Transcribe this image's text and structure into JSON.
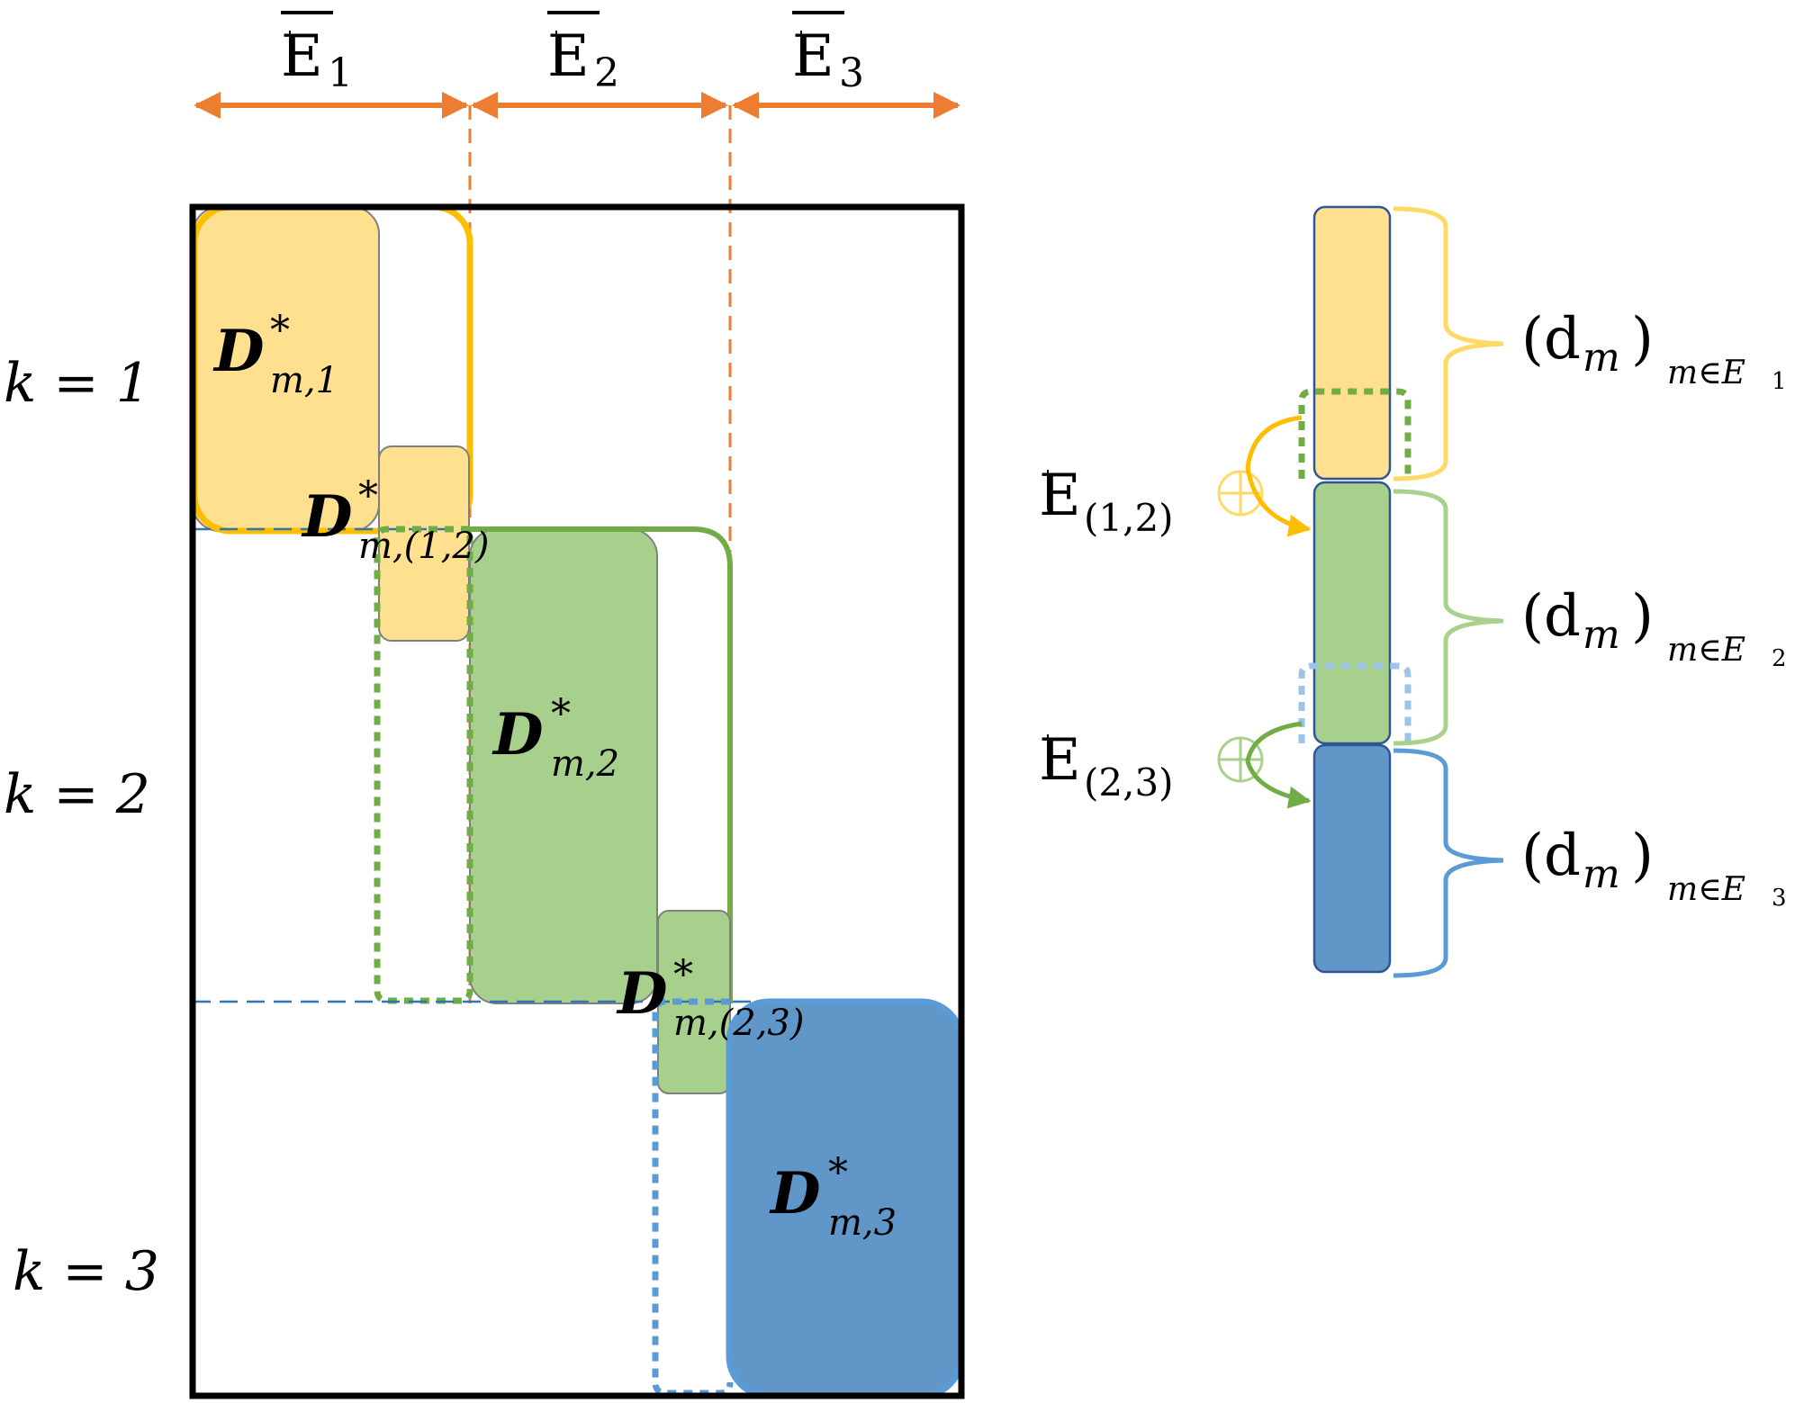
{
  "colors": {
    "yellow_fill": "#FEE08E",
    "yellow_line": "#FDBE00",
    "green_fill": "#A8D08D",
    "green_line": "#70AD47",
    "blue_fill": "#6097C8",
    "blue_line": "#5B9BD5",
    "orange": "#ED7D31",
    "dark_line": "#2F5597",
    "gray": "#7F7F7F"
  },
  "top_labels": {
    "e1": {
      "base": "E",
      "sub": "1"
    },
    "e2": {
      "base": "E",
      "sub": "2"
    },
    "e3": {
      "base": "E",
      "sub": "3"
    }
  },
  "row_labels": {
    "k1": "k = 1",
    "k2": "k = 2",
    "k3": "k = 3"
  },
  "blocks": {
    "d1": {
      "base": "D",
      "sup": "*",
      "sub": "m,1"
    },
    "d12": {
      "base": "D",
      "sup": "*",
      "sub": "m,(1,2)"
    },
    "d2": {
      "base": "D",
      "sup": "*",
      "sub": "m,2"
    },
    "d23": {
      "base": "D",
      "sup": "*",
      "sub": "m,(2,3)"
    },
    "d3": {
      "base": "D",
      "sup": "*",
      "sub": "m,3"
    }
  },
  "right_panel": {
    "brace1": {
      "main": "(d",
      "m": "m",
      "close": ")",
      "sub": "m∈E",
      "subidx": "1"
    },
    "brace2": {
      "main": "(d",
      "m": "m",
      "close": ")",
      "sub": "m∈E",
      "subidx": "2"
    },
    "brace3": {
      "main": "(d",
      "m": "m",
      "close": ")",
      "sub": "m∈E",
      "subidx": "3"
    },
    "overlap12": {
      "base": "E",
      "sub": "(1,2)"
    },
    "overlap23": {
      "base": "E",
      "sub": "(2,3)"
    },
    "oplus": "⊕"
  }
}
